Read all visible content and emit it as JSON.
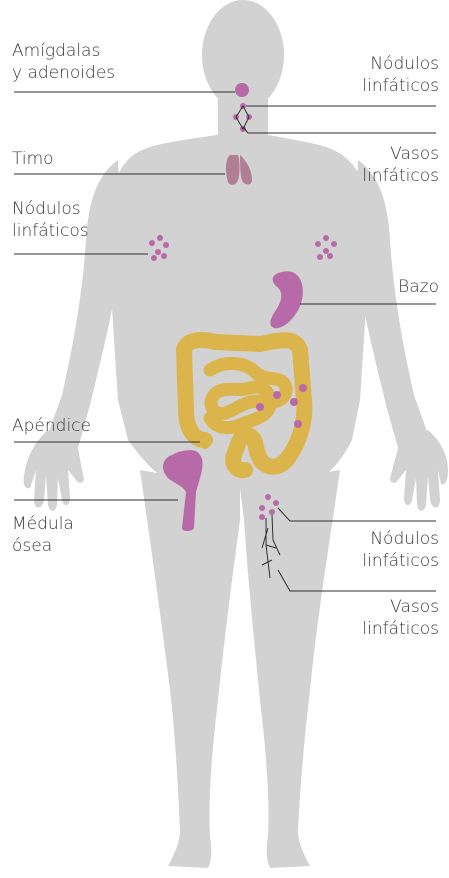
{
  "labels": {
    "tonsils": [
      "Amígdalas",
      "y adenoides"
    ],
    "nodes_neck": [
      "Nódulos",
      "linfáticos"
    ],
    "vessels_neck": [
      "Vasos",
      "linfáticos"
    ],
    "thymus": [
      "Timo"
    ],
    "nodes_armpit": [
      "Nódulos",
      "linfáticos"
    ],
    "spleen": [
      "Bazo"
    ],
    "appendix": [
      "Apéndice"
    ],
    "marrow": [
      "Médula",
      "ósea"
    ],
    "nodes_groin": [
      "Nódulos",
      "linfáticos"
    ],
    "vessels_leg": [
      "Vasos",
      "linfáticos"
    ]
  },
  "colors": {
    "body": "#d2d2d3",
    "organ": "#b86aa8",
    "intestine": "#dbb54c",
    "thymus": "#b07f94",
    "line": "#2f2f2f",
    "text": "#3a3a3a"
  }
}
